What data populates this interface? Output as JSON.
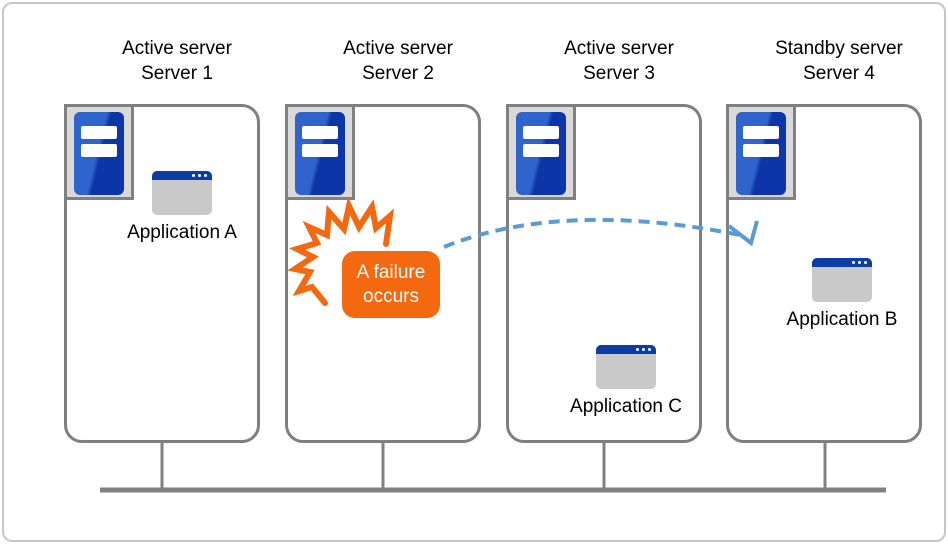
{
  "diagram_type": "server-failover-diagram",
  "servers": [
    {
      "role": "Active server",
      "name": "Server 1",
      "application": "Application A"
    },
    {
      "role": "Active server",
      "name": "Server 2",
      "application": null
    },
    {
      "role": "Active server",
      "name": "Server 3",
      "application": "Application C"
    },
    {
      "role": "Standby server",
      "name": "Server 4",
      "application": "Application B"
    }
  ],
  "failure": {
    "line1": "A failure",
    "line2": "occurs",
    "on_server": "Server 2"
  },
  "failover_arrow": {
    "from": "Server 2",
    "to": "Server 4",
    "style": "dashed-curve"
  },
  "icons": {
    "server": "server-tower-icon",
    "application": "app-window-icon",
    "failure": "burst-icon",
    "failover": "dashed-arrow-icon",
    "network": "bus-line"
  },
  "colors": {
    "server_blue_light": "#2e64cb",
    "server_blue_dark": "#0d35a8",
    "window_titlebar_blue": "#0b3da4",
    "window_body_gray": "#c9c9c9",
    "failure_orange": "#f4690f",
    "arrow_blue": "#5b9bd5",
    "line_gray": "#808080",
    "box_border_gray": "#7f7f7f",
    "plate_gray": "#d9d9d9",
    "frame_gray": "#c6c6c6",
    "text": "#000000"
  }
}
